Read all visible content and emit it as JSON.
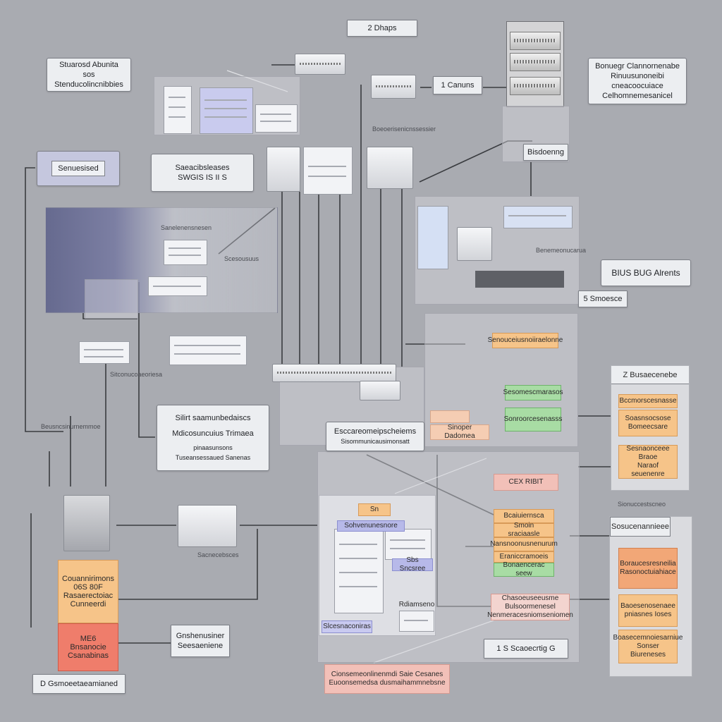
{
  "labels": {
    "top_center": "2 Dhaps",
    "top_left": [
      "Stuarosd Abunita",
      "sos",
      "Stenducolincnibbies"
    ],
    "gateway": "1 Canuns",
    "top_right": [
      "Bonuegr Clannornenabe",
      "Rinuusunoneibi",
      "cneacoocuiace",
      "Celhomnemesanicel"
    ],
    "rack_label": "Bisdoenng",
    "left_device": "Senuesised",
    "left_panel": [
      "Saeacibsleases",
      "SWGIS IS II S"
    ],
    "right_mid": "BIUS BUG Alrents",
    "right_mid_small": "5 Smoesce",
    "left_center": [
      "Silirt saamunbedaiscs",
      "Mdicosuncuius Trimaea",
      "pinaasunsons",
      "Tuseansessaued Sanenas"
    ],
    "center_mid": [
      "Esccareomeipscheiems",
      "Sisommunicausimonsatt"
    ],
    "right_stack_a_title": "Z Busaecenebe",
    "right_stack_b_title": "Sosucenannieee",
    "bottom_right": "1 S Scaoecrtig G",
    "bottom_left_mid": [
      "Gnshenusiner",
      "Seesaeniene"
    ],
    "bottom_left": "D Gsmoeetaeamianed",
    "bottom_center": [
      "Cionsemeonlinenmdi Saie Cesanes",
      "Euoonsemedsa dusmaihammnebsne"
    ]
  },
  "tags": {
    "orange_top": "Senouceiusnoiiraelonne",
    "green_a": "Sesomescmarasos",
    "green_b": "Sonroorcesenasss",
    "peach_mid": "Sinoper Dadomea",
    "peach_small": "CEX RIBIT",
    "orange_list": [
      "Bcaiuiernsca",
      "Smoin sraciaasle",
      "Nansnoonusnenurum",
      "Eraniccramoeis"
    ],
    "green_list": "Bonaencerac seew",
    "pink_wide": [
      "Chasoeuseeusme Bulsoormenesel",
      "Nenmeracesniomseniomen"
    ],
    "lav_header": "Sohvenunesnore",
    "lav_small": "Sbs Sncsree",
    "lav_bottom": "Slcesnaconiras",
    "screen_label": "Rdiamseno",
    "orange_small": "Sn"
  },
  "stacks": {
    "a": [
      [
        "Bccmorscesnasse"
      ],
      [
        "Soasnsocsose",
        "Bomeecsare"
      ],
      [
        "Sesnaonceee Braoe",
        "Naraof seuenenre"
      ]
    ],
    "b": [
      [
        "Boraucesresneilia",
        "Rasonoctuiahiace"
      ],
      [
        "Baoesenosenaee",
        "pniasnes Ioses"
      ],
      [
        "Boasecemnoiesarniue",
        "Sonser Biureneses"
      ]
    ]
  },
  "left_colored": {
    "orange": [
      "Couannirimons",
      "06S 80F",
      "Rasaerectoiac",
      "Cunneerdi"
    ],
    "red": [
      "ME6 Bnsanocie",
      "Csanabinas"
    ]
  },
  "notes": [
    "Boeoerisenicnssessier",
    "Scesousuus",
    "Sanelenensnesen",
    "Sitconucoaeoriesa",
    "Beusncsinurnemmoe",
    "Sacnecebsces",
    "Sionuccestscneo",
    "Benemeonucarua"
  ],
  "colors": {
    "background": "#a9abb1",
    "wire": "#3a3c40",
    "orange": "#f6c489",
    "green": "#a8dca4",
    "red": "#ef7d6b",
    "lavender": "#b7b9e9",
    "pink": "#f2c0b8"
  }
}
